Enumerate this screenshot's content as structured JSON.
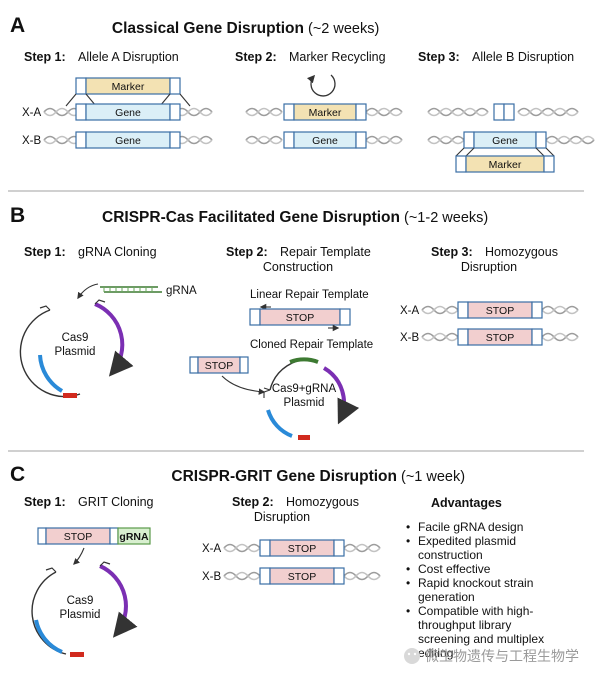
{
  "panel_a": {
    "letter": "A",
    "title": "Classical Gene Disruption",
    "title_note": "(~2 weeks)",
    "step1_label": "Step 1:",
    "step1_text": "Allele A Disruption",
    "step2_label": "Step 2:",
    "step2_text": "Marker Recycling",
    "step3_label": "Step 3:",
    "step3_text": "Allele B Disruption",
    "allele_a": "X-A",
    "allele_b": "X-B",
    "marker": "Marker",
    "gene": "Gene"
  },
  "panel_b": {
    "letter": "B",
    "title": "CRISPR-Cas Facilitated Gene Disruption",
    "title_note": "(~1-2 weeks)",
    "step1_label": "Step 1:",
    "step1_text": "gRNA Cloning",
    "step2_label": "Step 2:",
    "step2_text_1": "Repair Template",
    "step2_text_2": "Construction",
    "step3_label": "Step 3:",
    "step3_text_1": "Homozygous",
    "step3_text_2": "Disruption",
    "grna": "gRNA",
    "plasmid_1": "Cas9",
    "plasmid_2": "Plasmid",
    "linear_template": "Linear Repair Template",
    "cloned_template": "Cloned Repair Template",
    "stop": "STOP",
    "cas9_grna_1": "Cas9+gRNA",
    "cas9_grna_2": "Plasmid",
    "allele_a": "X-A",
    "allele_b": "X-B"
  },
  "panel_c": {
    "letter": "C",
    "title": "CRISPR-GRIT Gene Disruption",
    "title_note": "(~1 week)",
    "step1_label": "Step 1:",
    "step1_text": "GRIT Cloning",
    "step2_label": "Step 2:",
    "step2_text_1": "Homozygous",
    "step2_text_2": "Disruption",
    "stop": "STOP",
    "grna": "gRNA",
    "plasmid_1": "Cas9",
    "plasmid_2": "Plasmid",
    "allele_a": "X-A",
    "allele_b": "X-B",
    "advantages_title": "Advantages",
    "advantages": [
      [
        "Facile gRNA design"
      ],
      [
        "Expedited plasmid",
        "construction"
      ],
      [
        "Cost effective"
      ],
      [
        "Rapid knockout strain",
        "generation"
      ],
      [
        "Compatible with high-",
        "throughput library",
        "screening and multiplex",
        "editing"
      ]
    ]
  },
  "watermark": "微生物遗传与工程生物学",
  "colors": {
    "gene": "#dbeff7",
    "marker": "#f3e2b3",
    "stop": "#f2cfcf",
    "grna_box": "#d8efcf",
    "flank_border": "#3a6ea5",
    "cas9_purple": "#7b2fb3",
    "cas9_blue": "#2a8ad8",
    "cas9_red": "#d12a1e",
    "grna_green": "#3d7a32"
  }
}
